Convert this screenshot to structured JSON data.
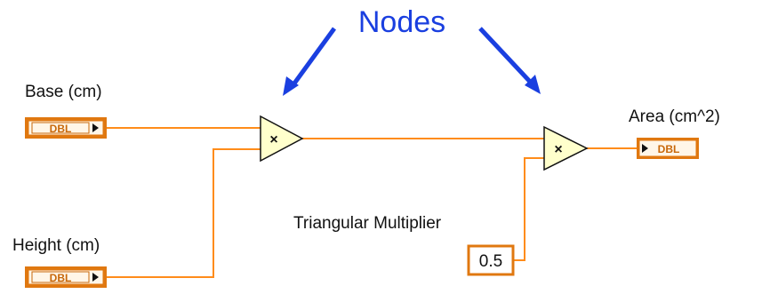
{
  "title": "Nodes",
  "colors": {
    "wire": "#ff8c1a",
    "terminal_border": "#e07810",
    "terminal_fill": "#fff6e8",
    "node_fill": "#ffffcc",
    "arrow": "#1a3fe0"
  },
  "controls": {
    "base": {
      "label": "Base (cm)",
      "type": "DBL"
    },
    "height": {
      "label": "Height (cm)",
      "type": "DBL"
    },
    "multiplier": {
      "label": "Triangular Multiplier",
      "value": "0.5"
    }
  },
  "indicators": {
    "area": {
      "label": "Area (cm^2)",
      "type": "DBL"
    }
  },
  "nodes": [
    {
      "operation": "×"
    },
    {
      "operation": "×"
    }
  ]
}
